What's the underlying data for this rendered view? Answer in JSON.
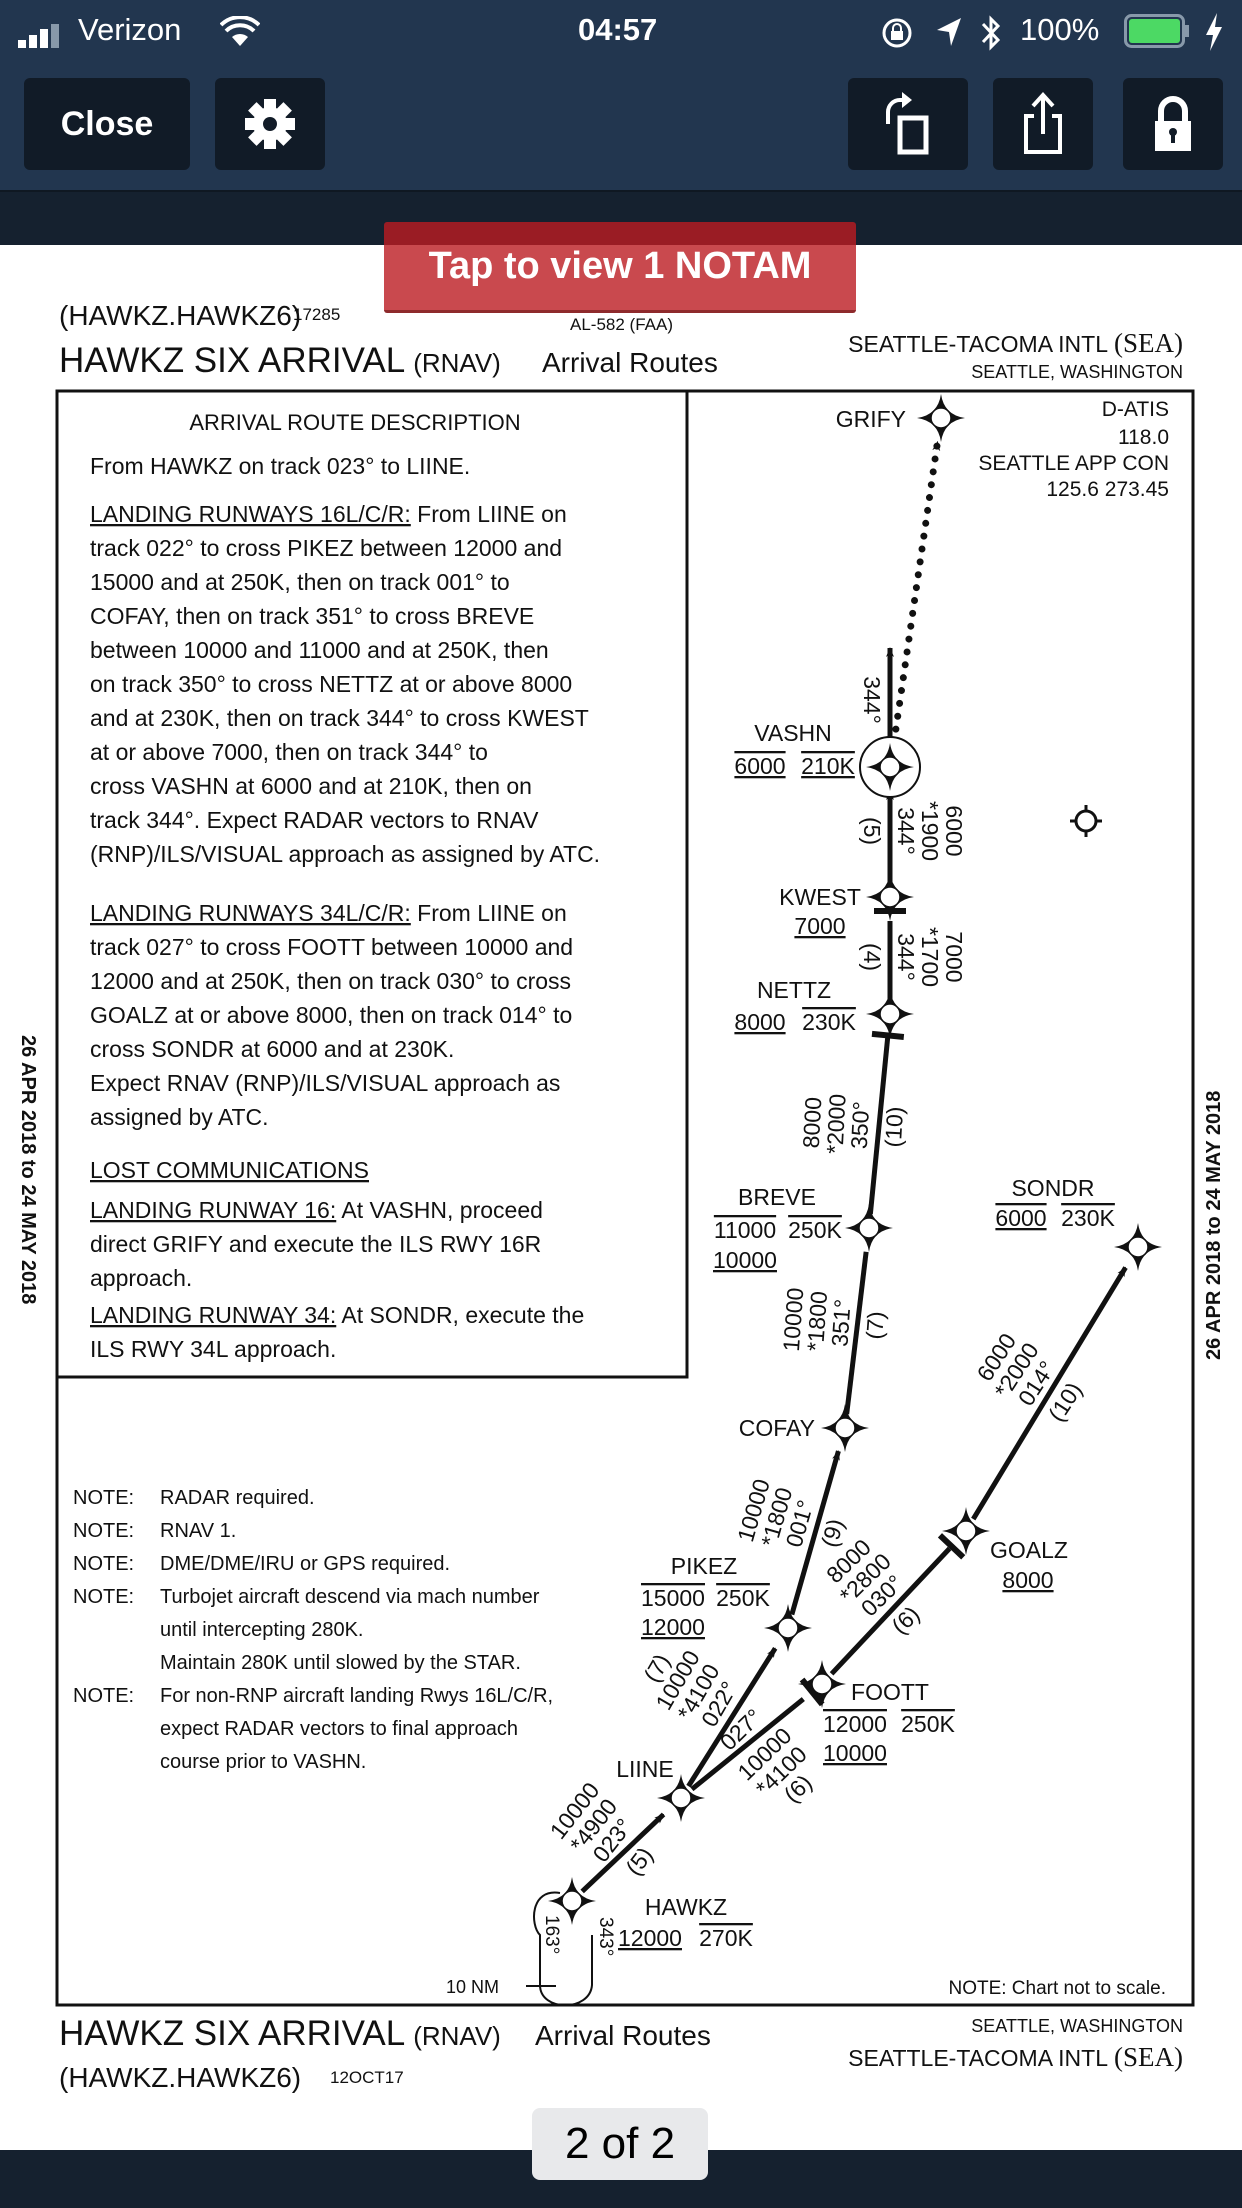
{
  "status_bar": {
    "carrier": "Verizon",
    "time": "04:57",
    "battery": "100%",
    "battery_color": "#4cd964"
  },
  "toolbar": {
    "close_label": "Close",
    "icons": [
      "gear-icon",
      "rotate-icon",
      "share-icon",
      "lock-icon"
    ]
  },
  "notam_banner": {
    "label": "Tap to view 1 NOTAM",
    "color": "#c94c4f"
  },
  "chart": {
    "header": {
      "code": "(HAWKZ.HAWKZ6)",
      "code_number": "17285",
      "faa": "AL-582 (FAA)",
      "title": "HAWKZ SIX ARRIVAL",
      "title_type": "(RNAV)",
      "subtitle": "Arrival Routes",
      "airport": "SEATTLE-TACOMA INTL",
      "airport_id": "(SEA)",
      "city": "SEATTLE, WASHINGTON"
    },
    "footer": {
      "code": "(HAWKZ.HAWKZ6)",
      "date": "12OCT17",
      "title": "HAWKZ SIX ARRIVAL",
      "title_type": "(RNAV)",
      "subtitle": "Arrival Routes",
      "airport": "SEATTLE-TACOMA INTL",
      "airport_id": "(SEA)",
      "city": "SEATTLE, WASHINGTON"
    },
    "validity": "26 APR 2018 to 24 MAY 2018",
    "description": {
      "title": "ARRIVAL ROUTE DESCRIPTION",
      "intro": "From HAWKZ on track 023° to LIINE.",
      "rwy16": {
        "heading": "LANDING RUNWAYS 16L/C/R:",
        "first": "  From LIINE on",
        "lines": [
          "track 022° to cross PIKEZ between 12000 and",
          "15000 and at 250K, then on track 001° to",
          "COFAY, then on track 351° to cross BREVE",
          "between 10000 and 11000 and at 250K, then",
          "on track 350° to cross NETTZ at or above 8000",
          "and at 230K, then on track 344° to cross KWEST",
          "at or above 7000, then on track 344° to",
          "cross VASHN at 6000 and at 210K, then on",
          "track 344°. Expect RADAR vectors to RNAV",
          "(RNP)/ILS/VISUAL approach as assigned by ATC."
        ]
      },
      "rwy34": {
        "heading": "LANDING RUNWAYS 34L/C/R:",
        "first": "  From LIINE on",
        "lines": [
          "track 027° to cross FOOTT between 10000 and",
          "12000 and at 250K, then on track 030° to cross",
          "GOALZ at or above 8000, then on track 014° to",
          "cross SONDR at 6000 and at 230K.",
          "Expect RNAV (RNP)/ILS/VISUAL approach as",
          "assigned by ATC."
        ]
      },
      "lost_comm": {
        "heading": "LOST COMMUNICATIONS",
        "rwy16": {
          "heading": "LANDING RUNWAY 16:",
          "first": " At VASHN, proceed",
          "lines": [
            "direct GRIFY and execute the ILS RWY 16R",
            "approach."
          ]
        },
        "rwy34": {
          "heading": "LANDING RUNWAY 34:",
          "first": " At SONDR, execute the",
          "lines": [
            "ILS RWY 34L approach."
          ]
        }
      }
    },
    "notes": [
      {
        "label": "NOTE:",
        "lines": [
          "RADAR required."
        ]
      },
      {
        "label": "NOTE:",
        "lines": [
          "RNAV 1."
        ]
      },
      {
        "label": "NOTE:",
        "lines": [
          "DME/DME/IRU or GPS required."
        ]
      },
      {
        "label": "NOTE:",
        "lines": [
          "Turbojet aircraft descend via mach number",
          "until intercepting 280K.",
          "Maintain 280K until slowed by the STAR."
        ]
      },
      {
        "label": "NOTE:",
        "lines": [
          "For non-RNP aircraft landing Rwys 16L/C/R,",
          "expect RADAR vectors to final approach",
          "course prior to VASHN."
        ]
      }
    ],
    "comms": [
      "D-ATIS",
      "118.0",
      "SEATTLE APP CON",
      "125.6  273.45"
    ],
    "scale_note": "NOTE:  Chart not to scale.",
    "fixes": [
      {
        "id": "GRIFY",
        "name": "GRIFY",
        "alts": []
      },
      {
        "id": "VASHN",
        "name": "VASHN",
        "alts": [
          {
            "v": "6000",
            "t": "mand"
          },
          {
            "v": "210K",
            "t": "mand"
          }
        ]
      },
      {
        "id": "KWEST",
        "name": "KWEST",
        "alts": [
          {
            "v": "7000",
            "t": "min"
          }
        ]
      },
      {
        "id": "NETTZ",
        "name": "NETTZ",
        "alts": [
          {
            "v": "8000",
            "t": "min"
          },
          {
            "v": "230K",
            "t": "max"
          }
        ]
      },
      {
        "id": "BREVE",
        "name": "BREVE",
        "alts": [
          {
            "v": "11000",
            "t": "max"
          },
          {
            "v": "250K",
            "t": "max"
          },
          {
            "v": "10000",
            "t": "min"
          }
        ]
      },
      {
        "id": "COFAY",
        "name": "COFAY",
        "alts": []
      },
      {
        "id": "PIKEZ",
        "name": "PIKEZ",
        "alts": [
          {
            "v": "15000",
            "t": "max"
          },
          {
            "v": "250K",
            "t": "max"
          },
          {
            "v": "12000",
            "t": "min"
          }
        ]
      },
      {
        "id": "LIINE",
        "name": "LIINE",
        "alts": []
      },
      {
        "id": "HAWKZ",
        "name": "HAWKZ",
        "alts": [
          {
            "v": "12000",
            "t": "min"
          },
          {
            "v": "270K",
            "t": "max"
          }
        ]
      },
      {
        "id": "FOOTT",
        "name": "FOOTT",
        "alts": [
          {
            "v": "12000",
            "t": "max"
          },
          {
            "v": "250K",
            "t": "max"
          },
          {
            "v": "10000",
            "t": "min"
          }
        ]
      },
      {
        "id": "GOALZ",
        "name": "GOALZ",
        "alts": [
          {
            "v": "8000",
            "t": "min"
          }
        ]
      },
      {
        "id": "SONDR",
        "name": "SONDR",
        "alts": [
          {
            "v": "6000",
            "t": "mand"
          },
          {
            "v": "230K",
            "t": "max"
          }
        ]
      }
    ],
    "legs": [
      {
        "id": "VASHN-OUT",
        "above": [],
        "below": [
          "344°"
        ]
      },
      {
        "id": "KWEST-VASHN",
        "above": [
          "344°",
          "*1900",
          "6000"
        ],
        "below": [
          "(5)"
        ]
      },
      {
        "id": "NETTZ-KWEST",
        "above": [
          "344°",
          "*1700",
          "7000"
        ],
        "below": [
          "(4)"
        ]
      },
      {
        "id": "BREVE-NETTZ",
        "above": [
          "350°",
          "*2000",
          "8000"
        ],
        "below": [
          "(10)"
        ]
      },
      {
        "id": "COFAY-BREVE",
        "above": [
          "351°",
          "*1800",
          "10000"
        ],
        "below": [
          "(7)"
        ]
      },
      {
        "id": "PIKEZ-COFAY",
        "above": [
          "001°",
          "*1800",
          "10000"
        ],
        "below": [
          "(9)"
        ]
      },
      {
        "id": "LIINE-PIKEZ",
        "above": [
          "022°",
          "*4100",
          "10000",
          "(7)"
        ],
        "below": []
      },
      {
        "id": "LIINE-FOOTT",
        "above": [
          "027°"
        ],
        "below": [
          "10000",
          "*4100",
          "(6)"
        ]
      },
      {
        "id": "FOOTT-GOALZ",
        "above": [
          "030°",
          "*2800",
          "8000"
        ],
        "below": [
          "(6)"
        ]
      },
      {
        "id": "GOALZ-SONDR",
        "above": [
          "014°",
          "*2000",
          "6000"
        ],
        "below": [
          "(10)"
        ]
      },
      {
        "id": "HAWKZ-LIINE",
        "above": [
          "023°",
          "*4900",
          "10000"
        ],
        "below": [
          "(5)"
        ]
      }
    ],
    "holding": {
      "inbound": "163°",
      "outbound": "343°",
      "leg": "10 NM"
    }
  },
  "page_indicator": "2 of 2"
}
